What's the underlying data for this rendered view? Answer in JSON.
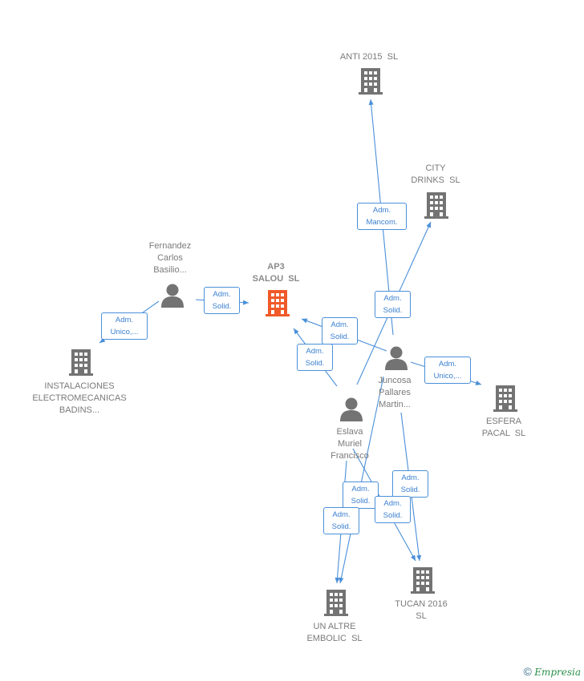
{
  "nodes": {
    "anti2015": "ANTI 2015  SL",
    "citydrinks": "CITY\nDRINKS  SL",
    "ap3": "AP3\nSALOU  SL",
    "fernandez": "Fernandez\nCarlos\nBasilio...",
    "instalaciones": "INSTALACIONES\nELECTROMECANICAS\nBADINS...",
    "juncosa": "Juncosa\nPallares\nMartin...",
    "esfera": "ESFERA\nPACAL  SL",
    "eslava": "Eslava\nMuriel\nFrancisco",
    "tucan": "TUCAN 2016\nSL",
    "unaltre": "UN ALTRE\nEMBOLIC  SL"
  },
  "relations": {
    "r1": "Adm.\nMancom.",
    "r2": "Adm.\nSolid.",
    "r3": "Adm.\nSolid.",
    "r4": "Adm.\nUnico,...",
    "r5": "Adm.\nSolid.",
    "r6": "Adm.\nSolid.",
    "r7": "Adm.\nUnico,...",
    "r8": "Adm.\nSolid.",
    "r9": "Adm.\nSolid.",
    "r10": "Adm.\nSolid.",
    "r11": "Adm.\nSolid."
  },
  "watermark": {
    "symbol": "©",
    "brand": "Empresia"
  },
  "colors": {
    "edge": "#4a90d9",
    "building": "#737373",
    "highlight": "#f05a28",
    "person": "#737373"
  }
}
